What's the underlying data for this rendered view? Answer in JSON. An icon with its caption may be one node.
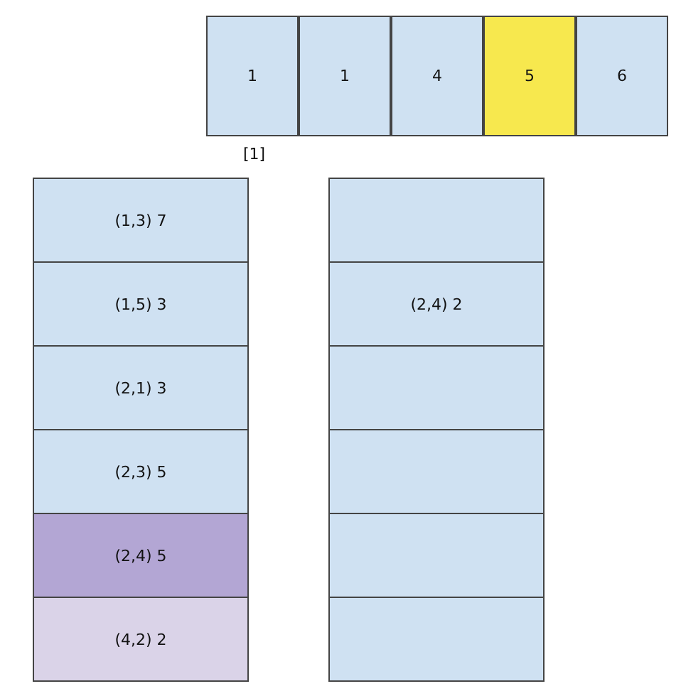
{
  "diagram": {
    "nodes": [
      {
        "text": [
          "1"
        ]
      },
      {
        "text": [
          "1"
        ]
      },
      {
        "text": [
          "4"
        ]
      },
      {
        "text": [
          "5"
        ]
      },
      {
        "text": [
          "6"
        ]
      },
      {
        "text": [
          "(1,3) 7"
        ]
      },
      {
        "text": [
          "(1,5) 3"
        ]
      },
      {
        "text": [
          "(2,1) 3"
        ]
      },
      {
        "text": [
          "(2,3) 5"
        ]
      },
      {
        "text": [
          "(2,4) 5"
        ]
      },
      {
        "text": [
          "(4,2) 2"
        ]
      },
      {
        "text": [],
        "shape": "box"
      },
      {
        "text": [
          "(2,4) 2"
        ]
      },
      {
        "text": [],
        "shape": "box"
      },
      {
        "text": [],
        "shape": "box"
      },
      {
        "text": [],
        "shape": "box"
      },
      {
        "text": [],
        "shape": "box"
      }
    ],
    "edges": [],
    "labels": [
      "[1]"
    ]
  }
}
